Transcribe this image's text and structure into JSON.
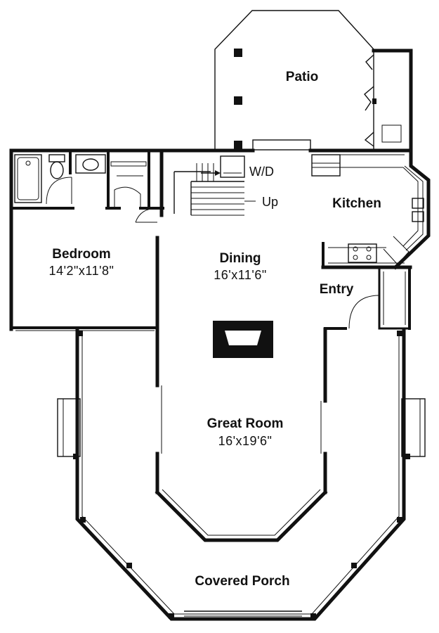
{
  "rooms": {
    "patio": {
      "name": "Patio"
    },
    "kitchen": {
      "name": "Kitchen"
    },
    "bedroom": {
      "name": "Bedroom",
      "size": "14'2\"x11'8\""
    },
    "dining": {
      "name": "Dining",
      "size": "16'x11'6\""
    },
    "entry": {
      "name": "Entry"
    },
    "great_room": {
      "name": "Great Room",
      "size": "16'x19'6\""
    },
    "covered_porch": {
      "name": "Covered Porch"
    }
  },
  "notes": {
    "laundry": "W/D",
    "stairs": "Up"
  },
  "icons": [
    "stairs-icon",
    "toilet-icon",
    "sink-icon",
    "bathtub-icon",
    "range-icon",
    "fireplace-icon",
    "door-swing-icon"
  ]
}
